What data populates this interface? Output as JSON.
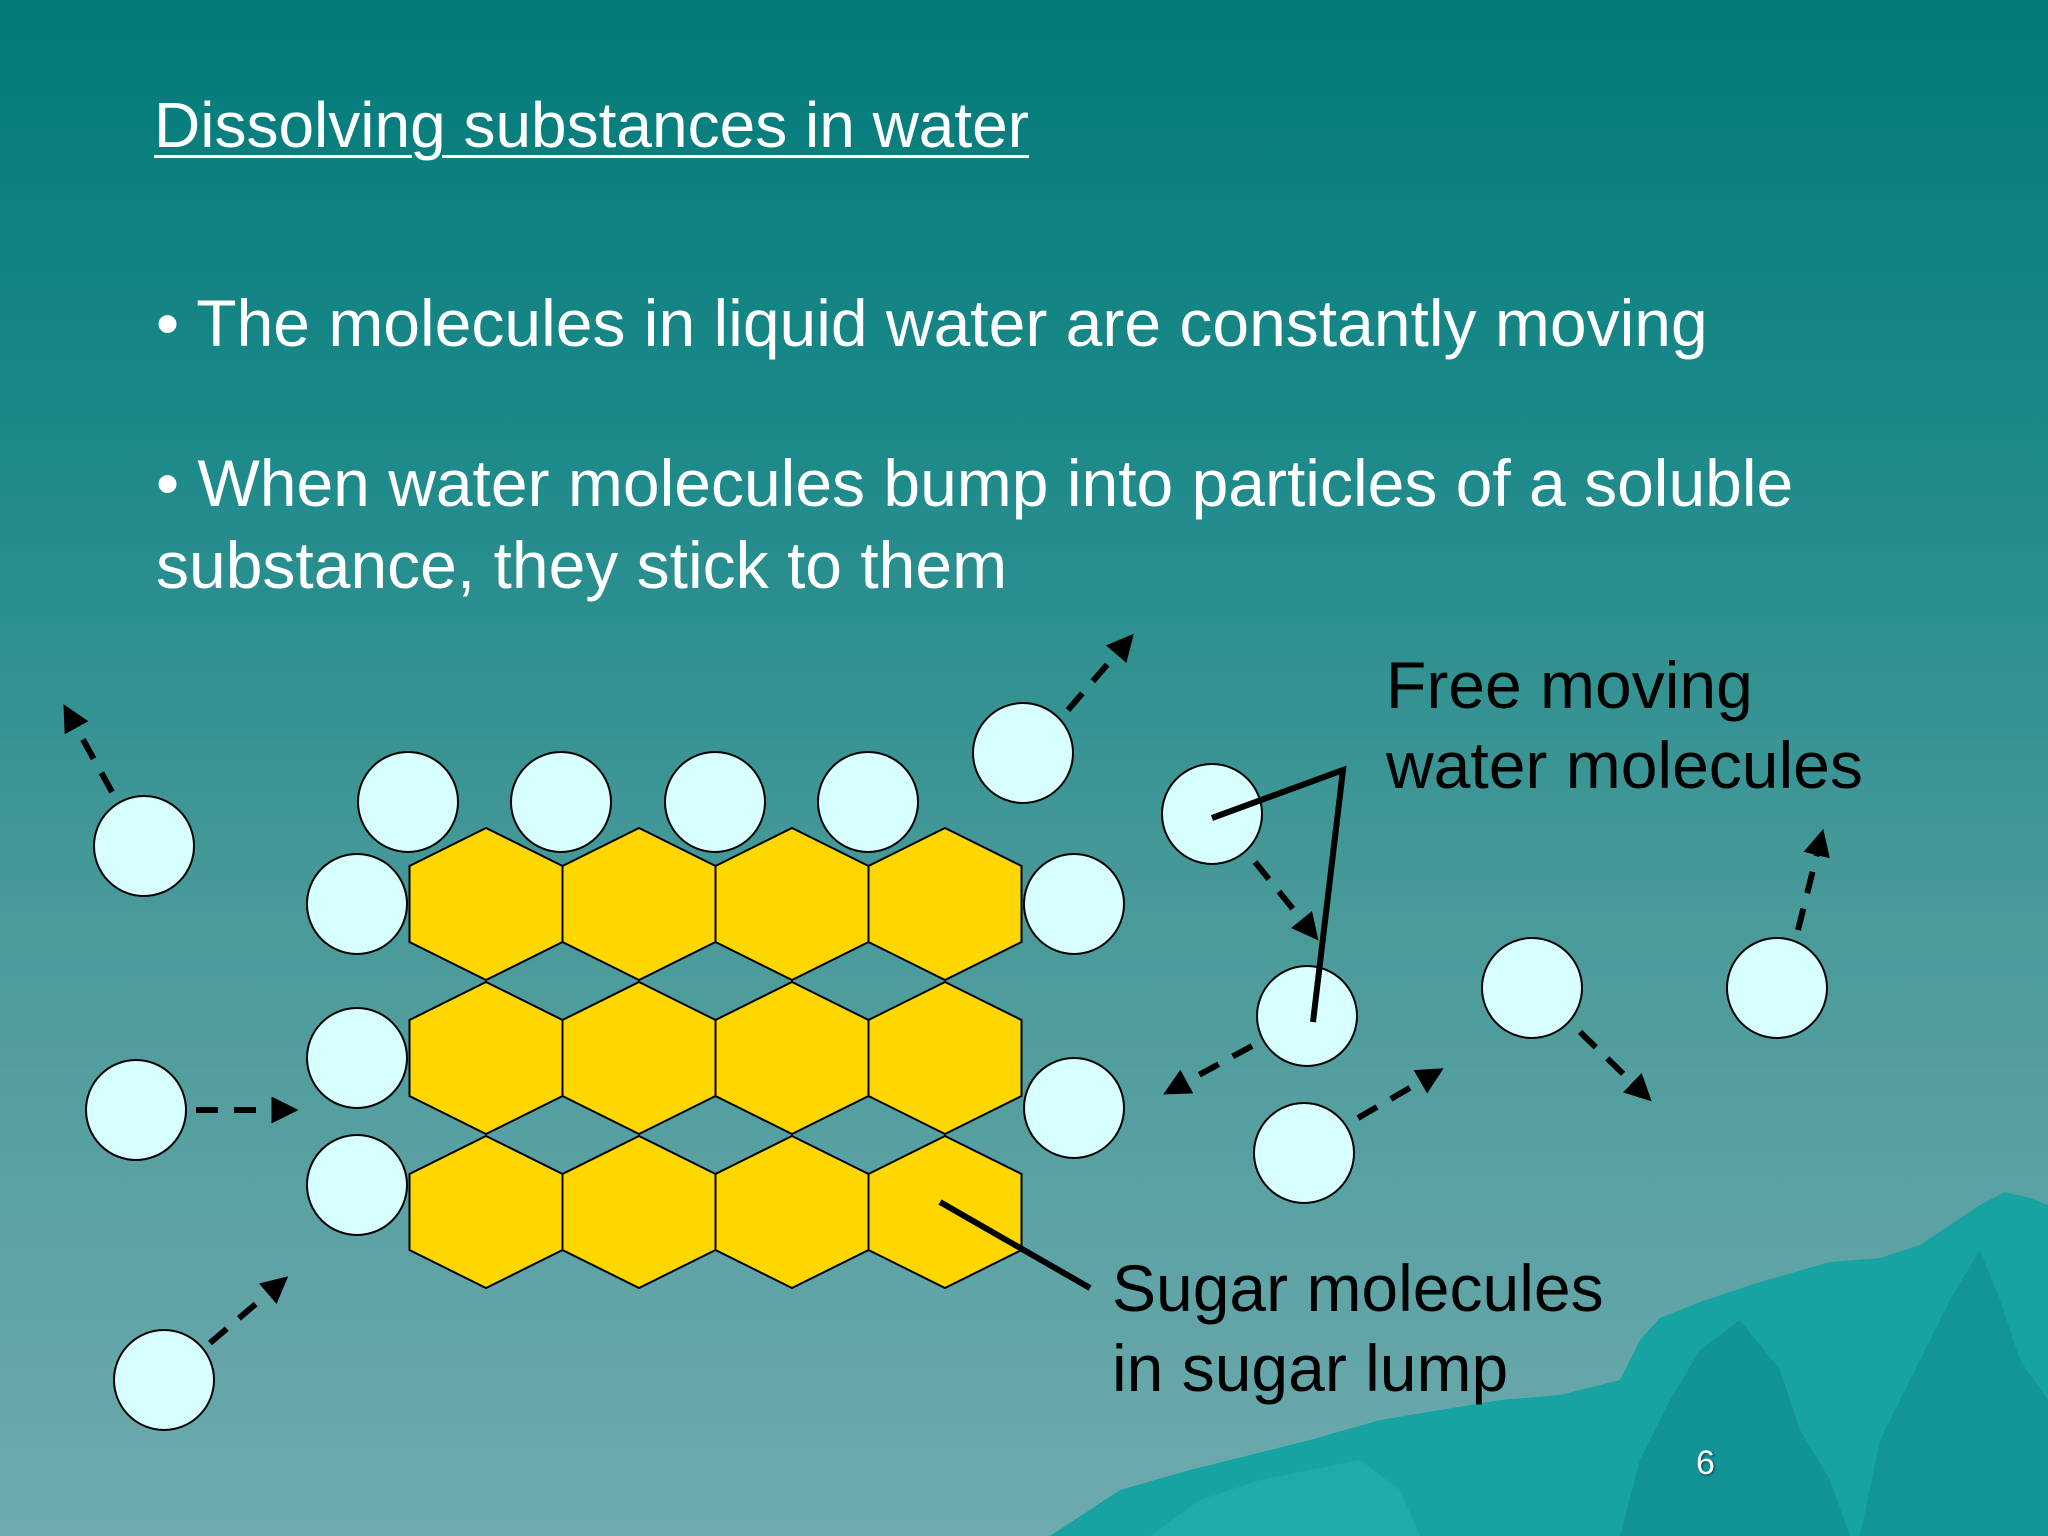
{
  "slide": {
    "title": "Dissolving substances in water",
    "bullets": [
      "• The molecules in liquid water are constantly moving",
      "• When water molecules bump into particles of a soluble substance, they stick to them"
    ],
    "page_number": "6"
  },
  "diagram": {
    "labels": {
      "water": [
        "Free moving",
        "water molecules"
      ],
      "sugar": [
        "Sugar molecules",
        "in sugar lump"
      ]
    },
    "colors": {
      "sugar_fill": "#ffd700",
      "water_fill": "#d8ffff",
      "outline": "#000000",
      "background_top": "#017a79",
      "background_bottom": "#6eaaae",
      "mountain": "#1aa6a6"
    }
  }
}
